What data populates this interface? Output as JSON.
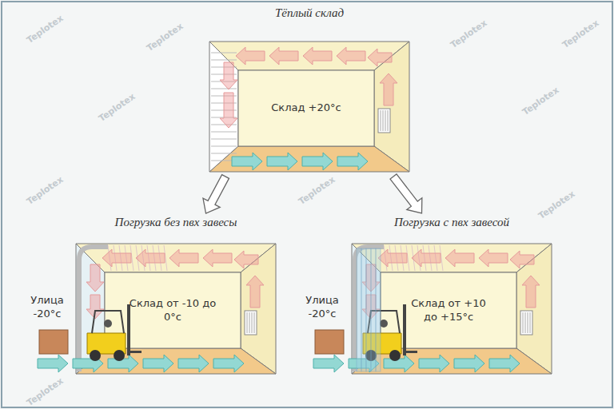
{
  "diagram": {
    "nodes": [
      {
        "text": [
          "Тёплый склад",
          "Склад +20°с"
        ]
      },
      {
        "text": [
          "Погрузка без пвх завесы",
          "Склад от -10 до 0°с"
        ]
      },
      {
        "text": [
          "Погрузка с пвх завесой",
          "Склад от +10 до +15°с"
        ]
      }
    ],
    "edges": [
      {
        "from": 0,
        "to": 1,
        "arrow": "to"
      },
      {
        "from": 0,
        "to": 2,
        "arrow": "to"
      }
    ],
    "labels": [
      "Улица -20°с",
      "Улица -20°с",
      "Teplotex",
      "Teplotex",
      "Teplotex",
      "Teplotex",
      "Teplotex",
      "Teplotex",
      "Teplotex",
      "Teplotex",
      "Teplotex",
      "Teplotex"
    ]
  }
}
